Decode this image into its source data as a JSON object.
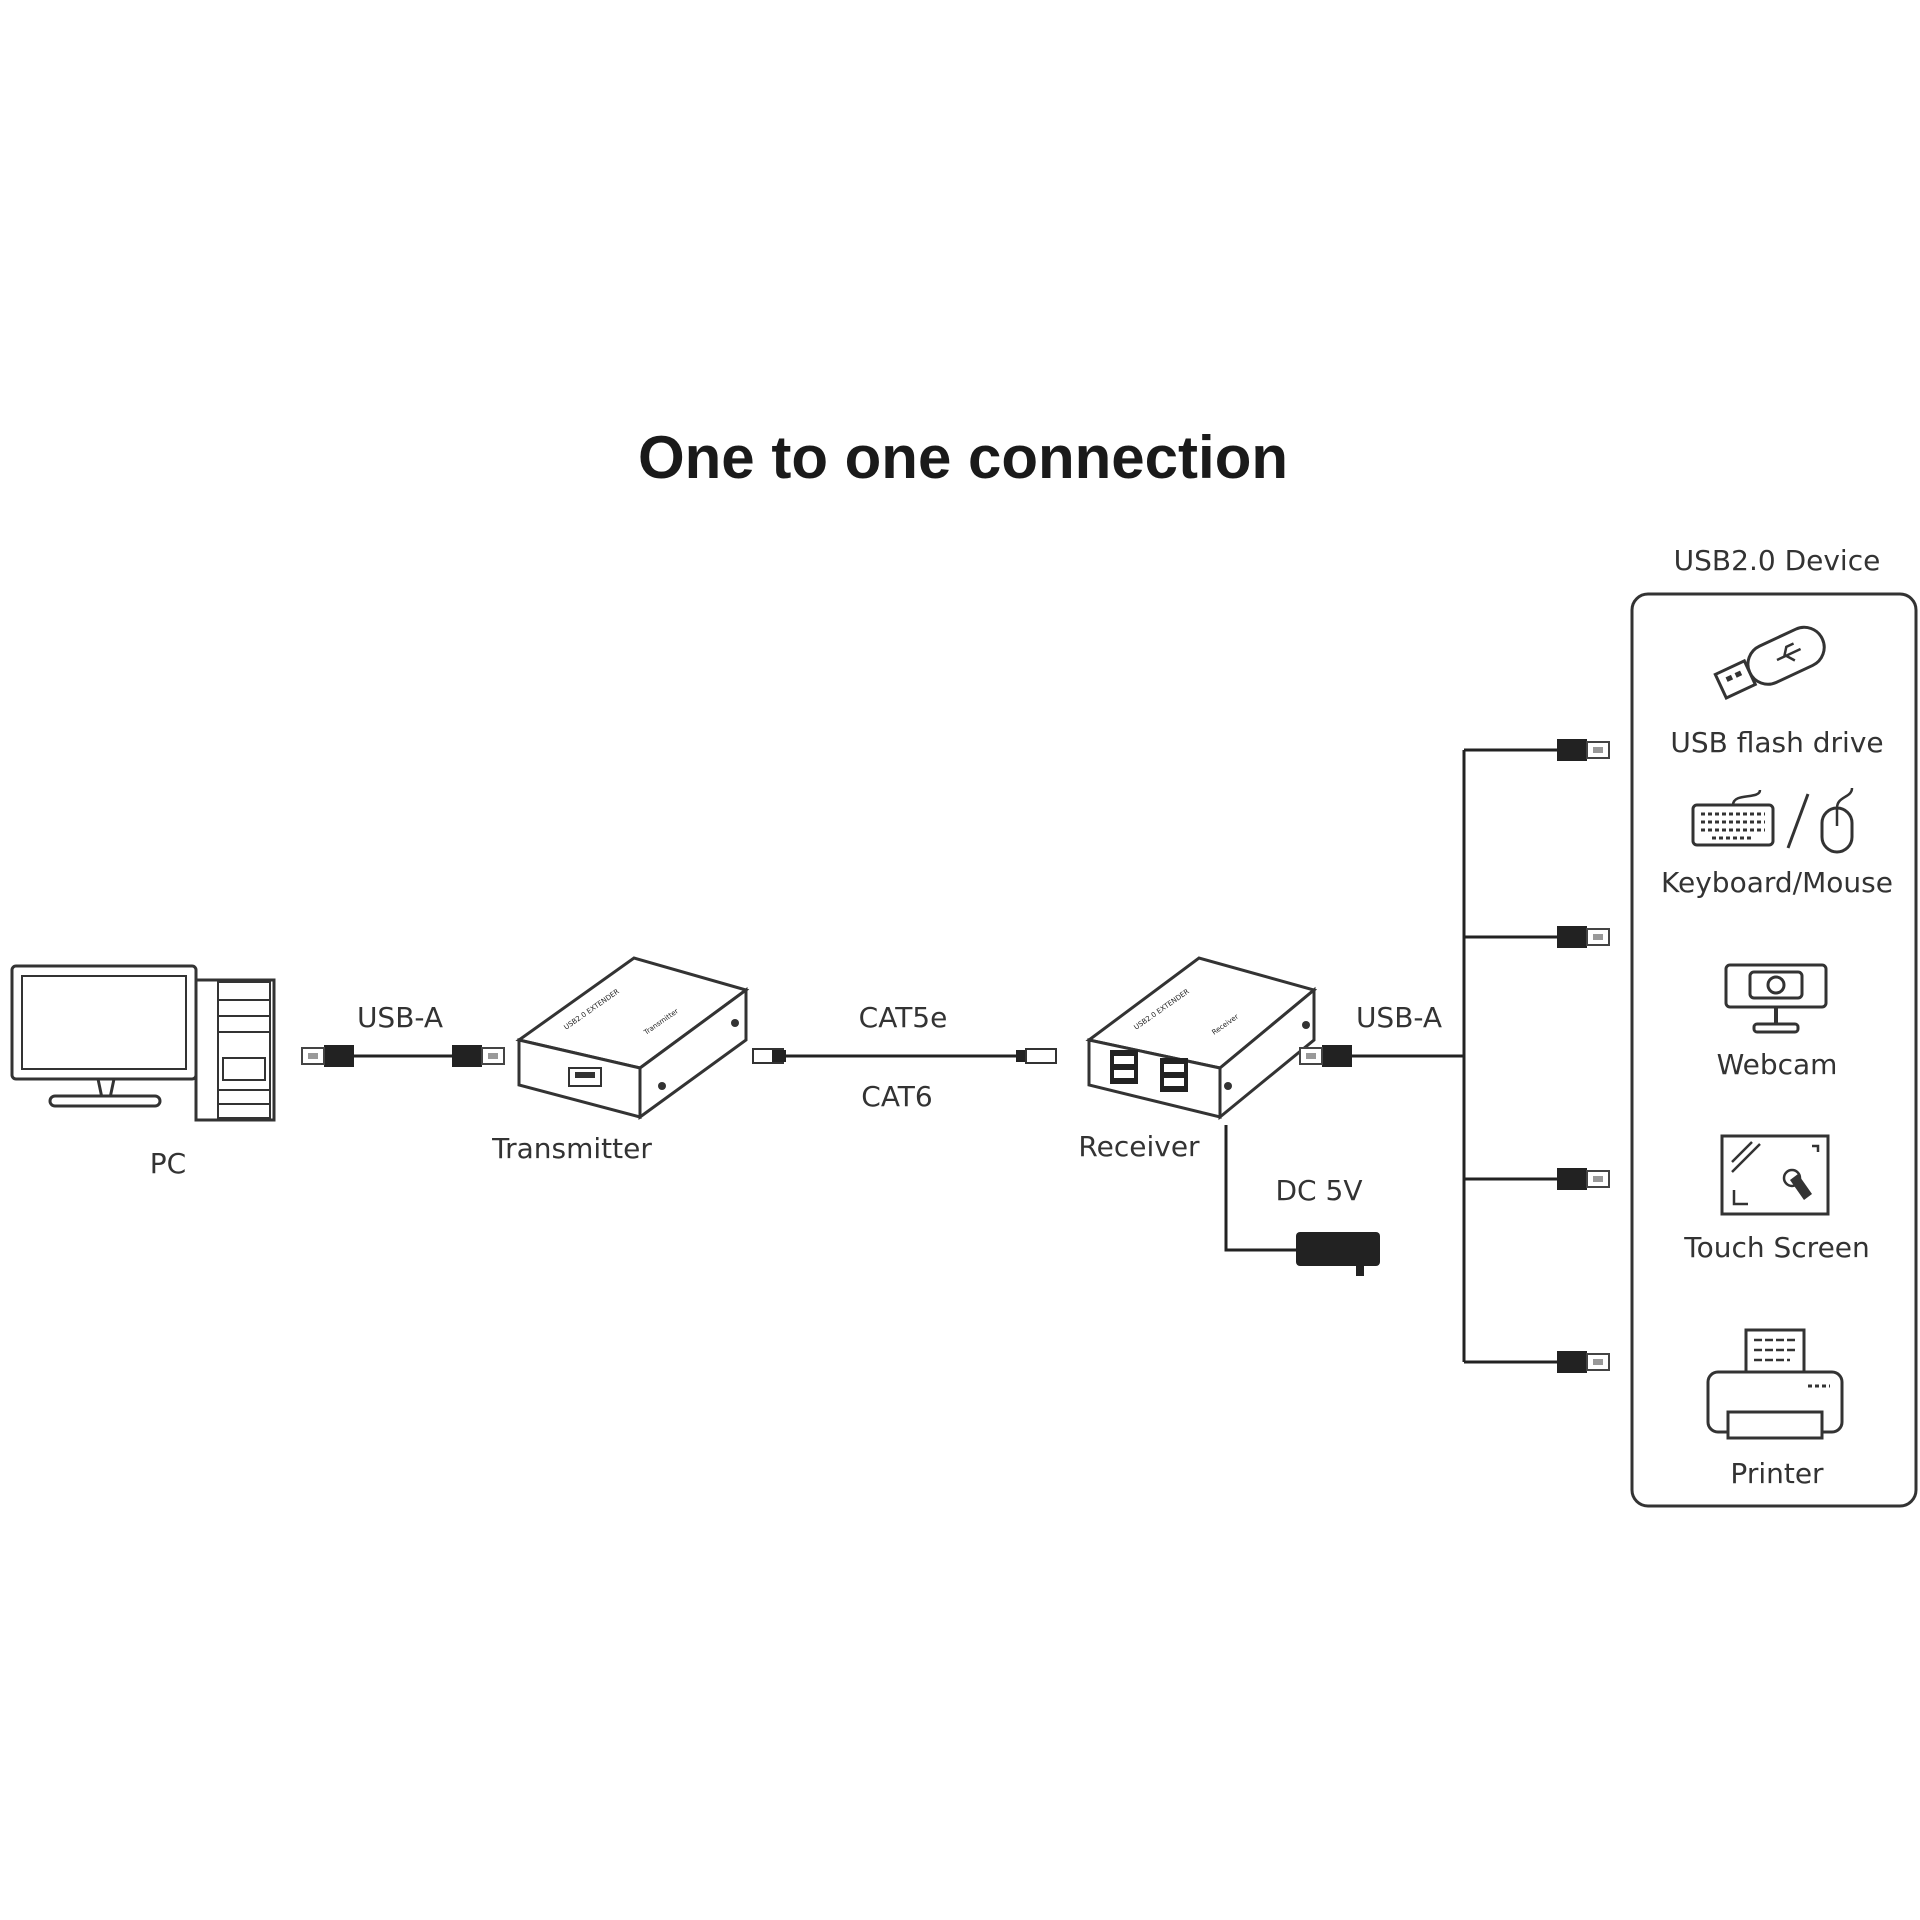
{
  "title": "One to one connection",
  "labels": {
    "pc": "PC",
    "usb_a_left": "USB-A",
    "transmitter": "Transmitter",
    "cat5e": "CAT5e",
    "cat6": "CAT6",
    "receiver": "Receiver",
    "usb_a_right": "USB-A",
    "dc": "DC 5V",
    "device_group": "USB2.0 Device"
  },
  "devices": [
    {
      "label": "USB flash drive",
      "icon": "usb-flash-drive-icon"
    },
    {
      "label": "Keyboard/Mouse",
      "icon": "keyboard-mouse-icon"
    },
    {
      "label": "Webcam",
      "icon": "webcam-icon"
    },
    {
      "label": "Touch Screen",
      "icon": "touch-screen-icon"
    },
    {
      "label": "Printer",
      "icon": "printer-icon"
    }
  ],
  "box_text": {
    "product": "USB2.0 EXTENDER",
    "tx_sub": "Transmitter",
    "rx_sub": "Receiver"
  }
}
